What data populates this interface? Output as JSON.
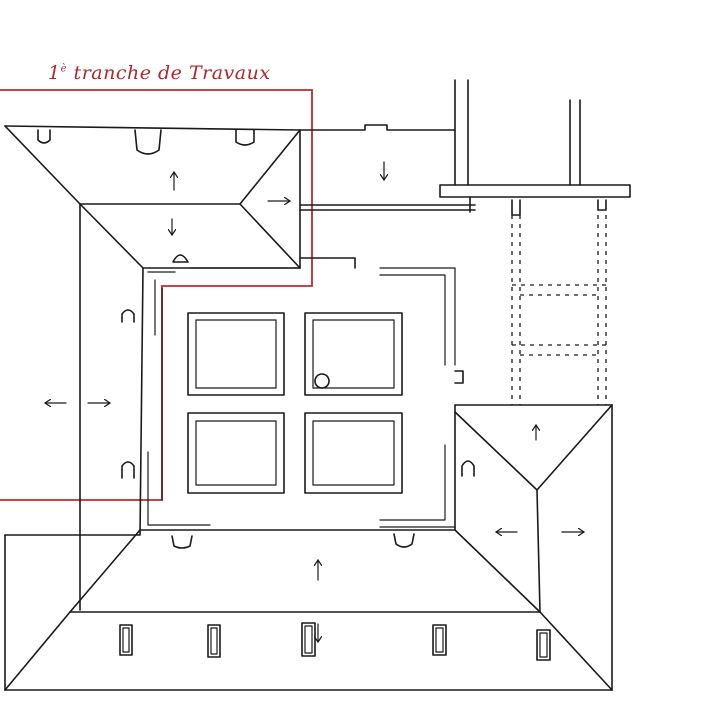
{
  "annotation": {
    "number": "1",
    "superscript": "è",
    "rest": " tranche  de Travaux"
  },
  "colors": {
    "ink": "#1a1a1a",
    "work_zone_outline": "#c0272d"
  },
  "icons": [
    "skylight-icon",
    "flow-arrow-icon",
    "downpipe-icon",
    "roof-hatch-icon"
  ]
}
